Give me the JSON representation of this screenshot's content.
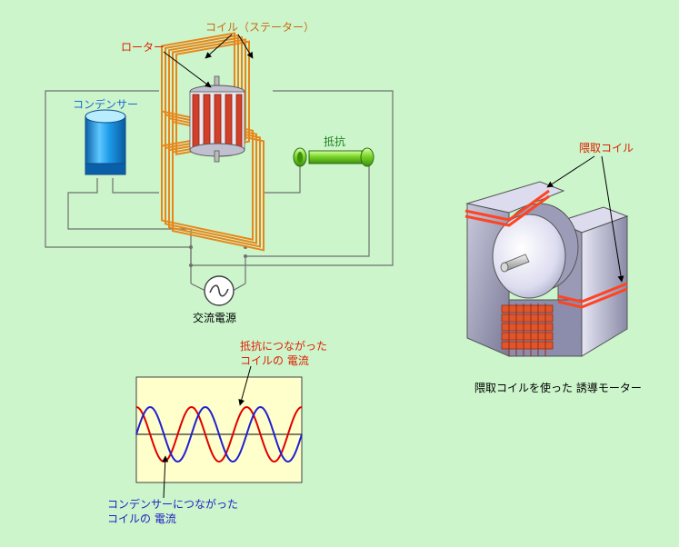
{
  "labels": {
    "rotor": "ローター",
    "coil_stator": "コイル（ステーター）",
    "condenser": "コンデンサー",
    "resistor": "抵抗",
    "ac_source": "交流電源",
    "shading_coil": "隈取コイル",
    "motor_caption": "隈取コイルを使った 誘導モーター",
    "resistor_current_1": "抵抗につながった",
    "resistor_current_2": "コイルの 電流",
    "condenser_current_1": "コンデンサーにつながった",
    "condenser_current_2": "コイルの 電流"
  },
  "colors": {
    "background": "#ccf5cc",
    "wire": "#707070",
    "coil": "#e8861a",
    "rotor_bars": "#d2402a",
    "condenser": "#1a8fd8",
    "resistor": "#6ccc20",
    "red_label": "#e02000",
    "orange_label": "#c86a10",
    "blue_label": "#2020c0",
    "waveform_bg": "#ffffcc",
    "red_wave": "#e00000",
    "blue_wave": "#2020d0",
    "shading_coil": "#ff4422"
  },
  "chart_data": {
    "type": "line",
    "series": [
      {
        "name": "抵抗につながった コイルの 電流",
        "color": "#e00000",
        "phase_deg": 90
      },
      {
        "name": "コンデンサーにつながった コイルの 電流",
        "color": "#2020d0",
        "phase_deg": 0
      }
    ],
    "cycles": 3
  }
}
